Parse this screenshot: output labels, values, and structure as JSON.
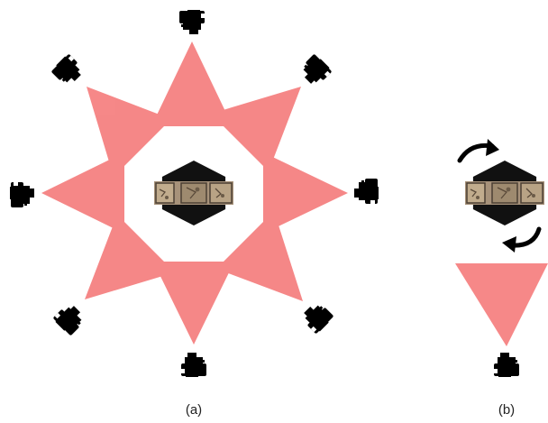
{
  "panels": {
    "a": {
      "label": "(a)",
      "camera_count": 8,
      "camera_icon": "camera-icon",
      "object": "rotating-object-on-turntable"
    },
    "b": {
      "label": "(b)",
      "camera_count": 1,
      "camera_icon": "camera-icon",
      "rotation_icon": "curved-arrow-icon",
      "object": "rotating-object-on-turntable"
    }
  },
  "colors": {
    "field_of_view": "#f25a5a",
    "field_of_view_opacity": 0.72,
    "camera": "#000000",
    "turntable": "#111111",
    "object_base": "#a7927a",
    "object_dark": "#4c4034",
    "label": "#222222"
  }
}
